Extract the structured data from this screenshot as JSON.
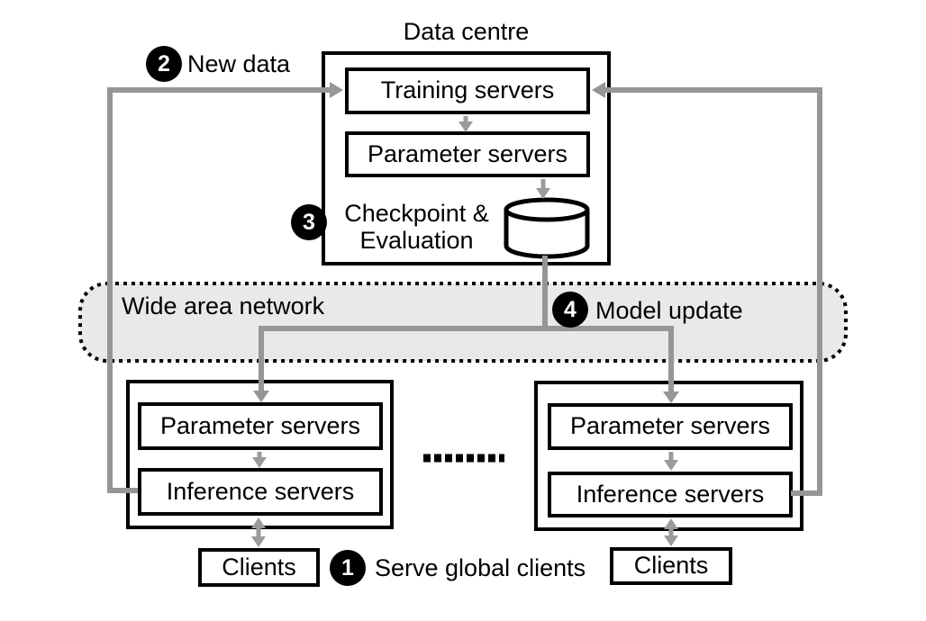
{
  "data_centre": {
    "title": "Data centre",
    "training_label": "Training servers",
    "parameter_label": "Parameter servers",
    "checkpoint_line1": "Checkpoint &",
    "checkpoint_line2": "Evaluation"
  },
  "wan": {
    "label": "Wide area network"
  },
  "sites": [
    {
      "parameter_label": "Parameter servers",
      "inference_label": "Inference servers",
      "clients_label": "Clients"
    },
    {
      "parameter_label": "Parameter servers",
      "inference_label": "Inference servers",
      "clients_label": "Clients"
    }
  ],
  "steps": {
    "serve": {
      "num": "1",
      "label": "Serve global clients"
    },
    "new_data": {
      "num": "2",
      "label": "New data"
    },
    "checkpoint": {
      "num": "3"
    },
    "model_update": {
      "num": "4",
      "label": "Model update"
    }
  },
  "icons": {
    "storage": "database-cylinder",
    "separator": "dotted-ellipsis"
  },
  "colors": {
    "arrow_gray": "#969696",
    "small_arrow_gray": "#9b9b9b",
    "wan_fill": "#e9e9e9",
    "line_black": "#000000",
    "badge_bg": "#000000",
    "badge_fg": "#ffffff"
  }
}
